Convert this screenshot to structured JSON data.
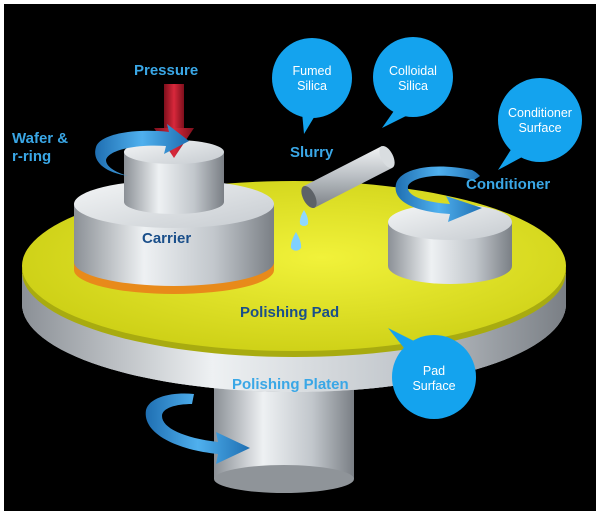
{
  "labels": {
    "pressure": "Pressure",
    "wafer_line1": "Wafer &",
    "wafer_line2": "r-ring",
    "carrier": "Carrier",
    "slurry": "Slurry",
    "conditioner": "Conditioner",
    "polishing_pad": "Polishing Pad",
    "polishing_platen": "Polishing Platen"
  },
  "bubbles": {
    "fumed_line1": "Fumed",
    "fumed_line2": "Silica",
    "colloidal_line1": "Colloidal",
    "colloidal_line2": "Silica",
    "cond_surface_line1": "Conditioner",
    "cond_surface_line2": "Surface",
    "pad_surface_line1": "Pad",
    "pad_surface_line2": "Surface"
  },
  "colors": {
    "background": "#000000",
    "pad": "#e3e620",
    "bubble": "#14a3ee",
    "arrow": "#2f8fd6",
    "pressure_arrow": "#b3192a",
    "metal": "#c9ced3"
  }
}
